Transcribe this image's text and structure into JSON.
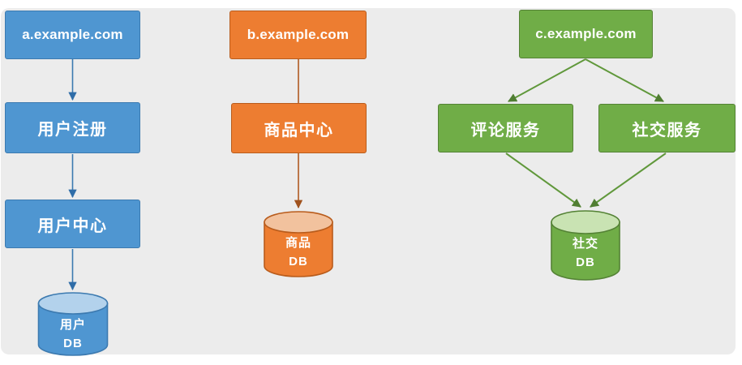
{
  "diagram": {
    "description": "Multi-site service architecture diagram",
    "panel_bg": "#ececec",
    "columns": [
      {
        "name": "site-a",
        "domain": "a.example.com",
        "services": [
          "用户注册",
          "用户中心"
        ],
        "db": {
          "line1": "用户",
          "line2": "DB"
        },
        "colors": {
          "fill": "#4f96d1",
          "border": "#3c7ab0",
          "arrow": "#3c7ab0",
          "db_top": "#b3d2ec"
        }
      },
      {
        "name": "site-b",
        "domain": "b.example.com",
        "services": [
          "商品中心"
        ],
        "db": {
          "line1": "商品",
          "line2": "DB"
        },
        "colors": {
          "fill": "#ed7d31",
          "border": "#b95c1c",
          "arrow": "#b05a21",
          "db_top": "#f2c29e"
        }
      },
      {
        "name": "site-c",
        "domain": "c.example.com",
        "services": [
          "评论服务",
          "社交服务"
        ],
        "db": {
          "line1": "社交",
          "line2": "DB"
        },
        "colors": {
          "fill": "#70ad47",
          "border": "#548235",
          "arrow": "#60983b",
          "db_top": "#c9e3b3"
        }
      }
    ]
  }
}
